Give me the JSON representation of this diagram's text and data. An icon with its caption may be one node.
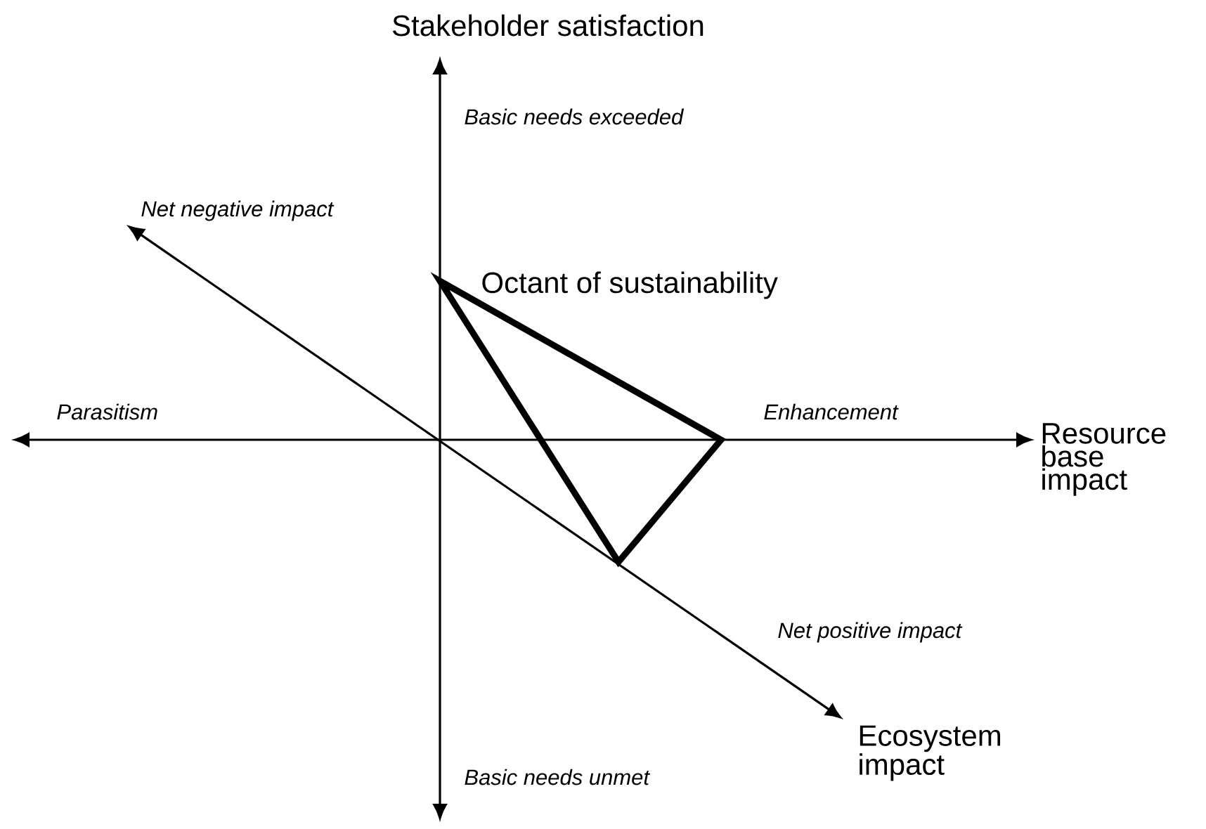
{
  "diagram": {
    "labels": [
      "Stakeholder satisfaction",
      "Basic needs exceeded",
      "Net negative impact",
      "Octant of sustainability",
      "Parasitism",
      "Enhancement",
      "Resource base impact",
      "Net positive impact",
      "Ecosystem impact",
      "Basic needs unmet"
    ]
  }
}
